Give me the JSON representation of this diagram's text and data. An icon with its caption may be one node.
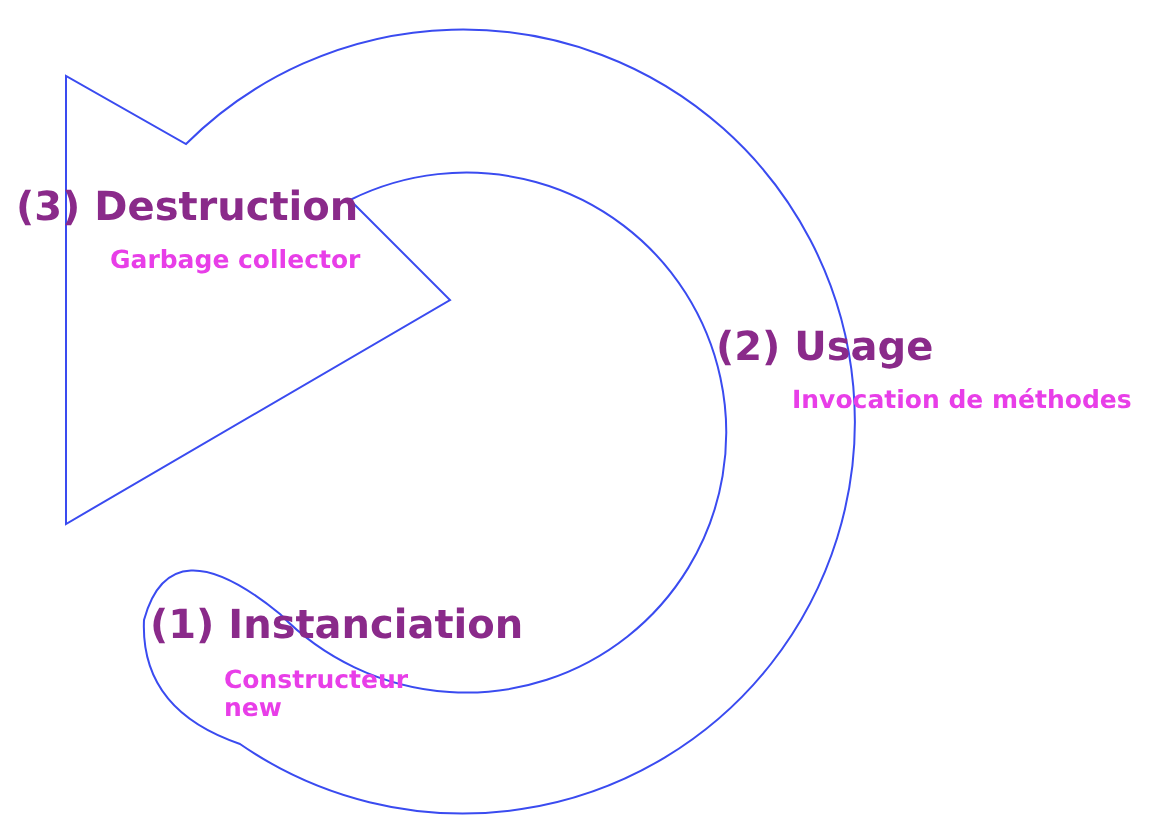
{
  "diagram": {
    "labels": [
      "(3) Destruction",
      "Garbage collector",
      "(2) Usage",
      "Invocation de méthodes",
      "(1) Instanciation",
      "Constructeur new"
    ]
  }
}
